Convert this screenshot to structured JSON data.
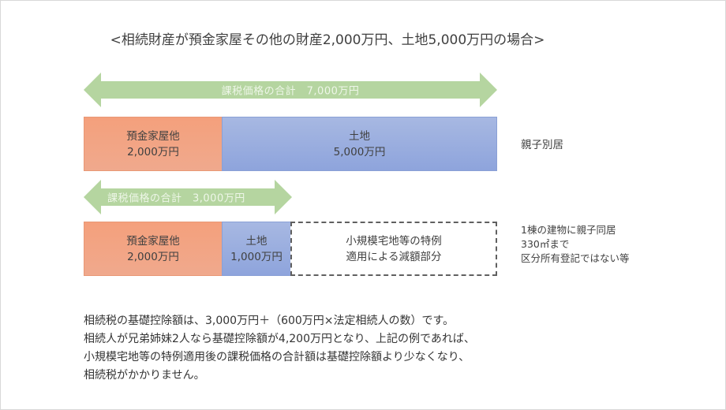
{
  "title": "<相続財産が預金家屋その他の財産2,000万円、土地5,000万円の場合>",
  "case1": {
    "arrow_label": "課税価格の合計　7,000万円",
    "segments": [
      {
        "line1": "預金家屋他",
        "line2": "2,000万円"
      },
      {
        "line1": "土地",
        "line2": "5,000万円"
      }
    ],
    "note": "親子別居"
  },
  "case2": {
    "arrow_label": "課税価格の合計　3,000万円",
    "segments": [
      {
        "line1": "預金家屋他",
        "line2": "2,000万円"
      },
      {
        "line1": "土地",
        "line2": "1,000万円"
      },
      {
        "line1": "小規模宅地等の特例",
        "line2": "適用による減額部分"
      }
    ],
    "note_lines": [
      "1棟の建物に親子同居",
      "330㎡まで",
      "区分所有登記ではない等"
    ]
  },
  "body_lines": [
    "相続税の基礎控除額は、3,000万円＋（600万円×法定相続人の数）です。",
    "相続人が兄弟姉妹2人なら基礎控除額が4,200万円となり、上記の例であれば、",
    "小規模宅地等の特例適用後の課税価格の合計額は基礎控除額より少なくなり、",
    "相続税がかかりません。"
  ],
  "colors": {
    "arrow": "#b5d5a0",
    "orange": "#f4a07c",
    "blue": "#8ea4dc"
  }
}
